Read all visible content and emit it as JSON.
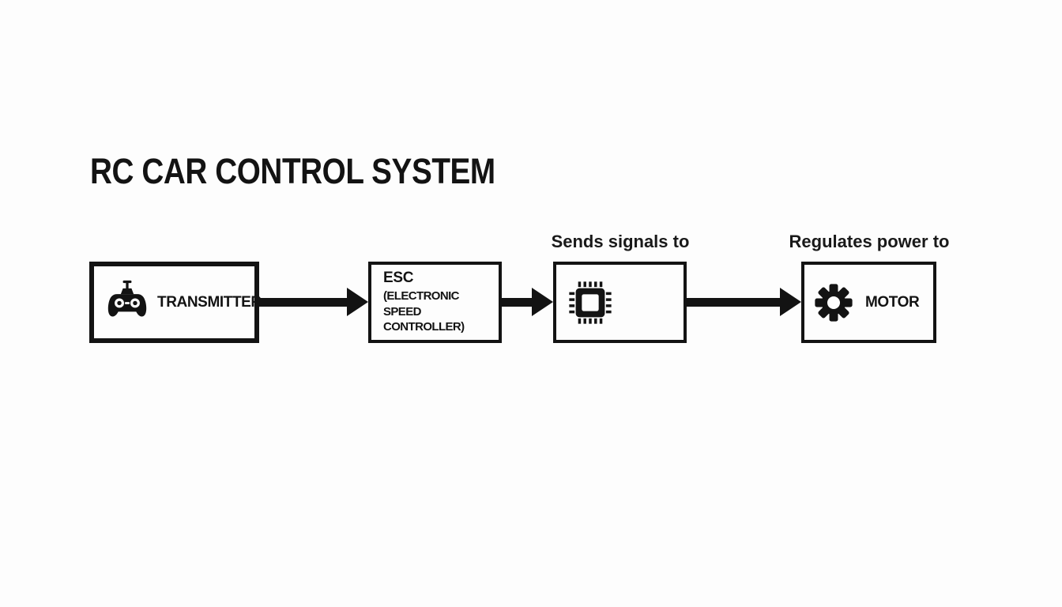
{
  "title": "RC CAR CONTROL SYSTEM",
  "colors": {
    "ink": "#131313",
    "background": "#fdfdfd"
  },
  "diagram": {
    "flow": [
      "transmitter",
      "esc",
      "chip",
      "motor"
    ],
    "nodes": {
      "transmitter": {
        "label": "TRANSMITTER",
        "icon": "game-controller-icon"
      },
      "esc": {
        "label": "ESC",
        "sublabel": "(ELECTRONIC\nSPEED CONTROLLER)"
      },
      "chip": {
        "icon": "microchip-icon"
      },
      "motor": {
        "label": "MOTOR",
        "icon": "gear-icon"
      }
    },
    "edge_labels": {
      "esc_to_chip": "Sends signals to",
      "chip_to_motor": "Regulates power to"
    }
  }
}
